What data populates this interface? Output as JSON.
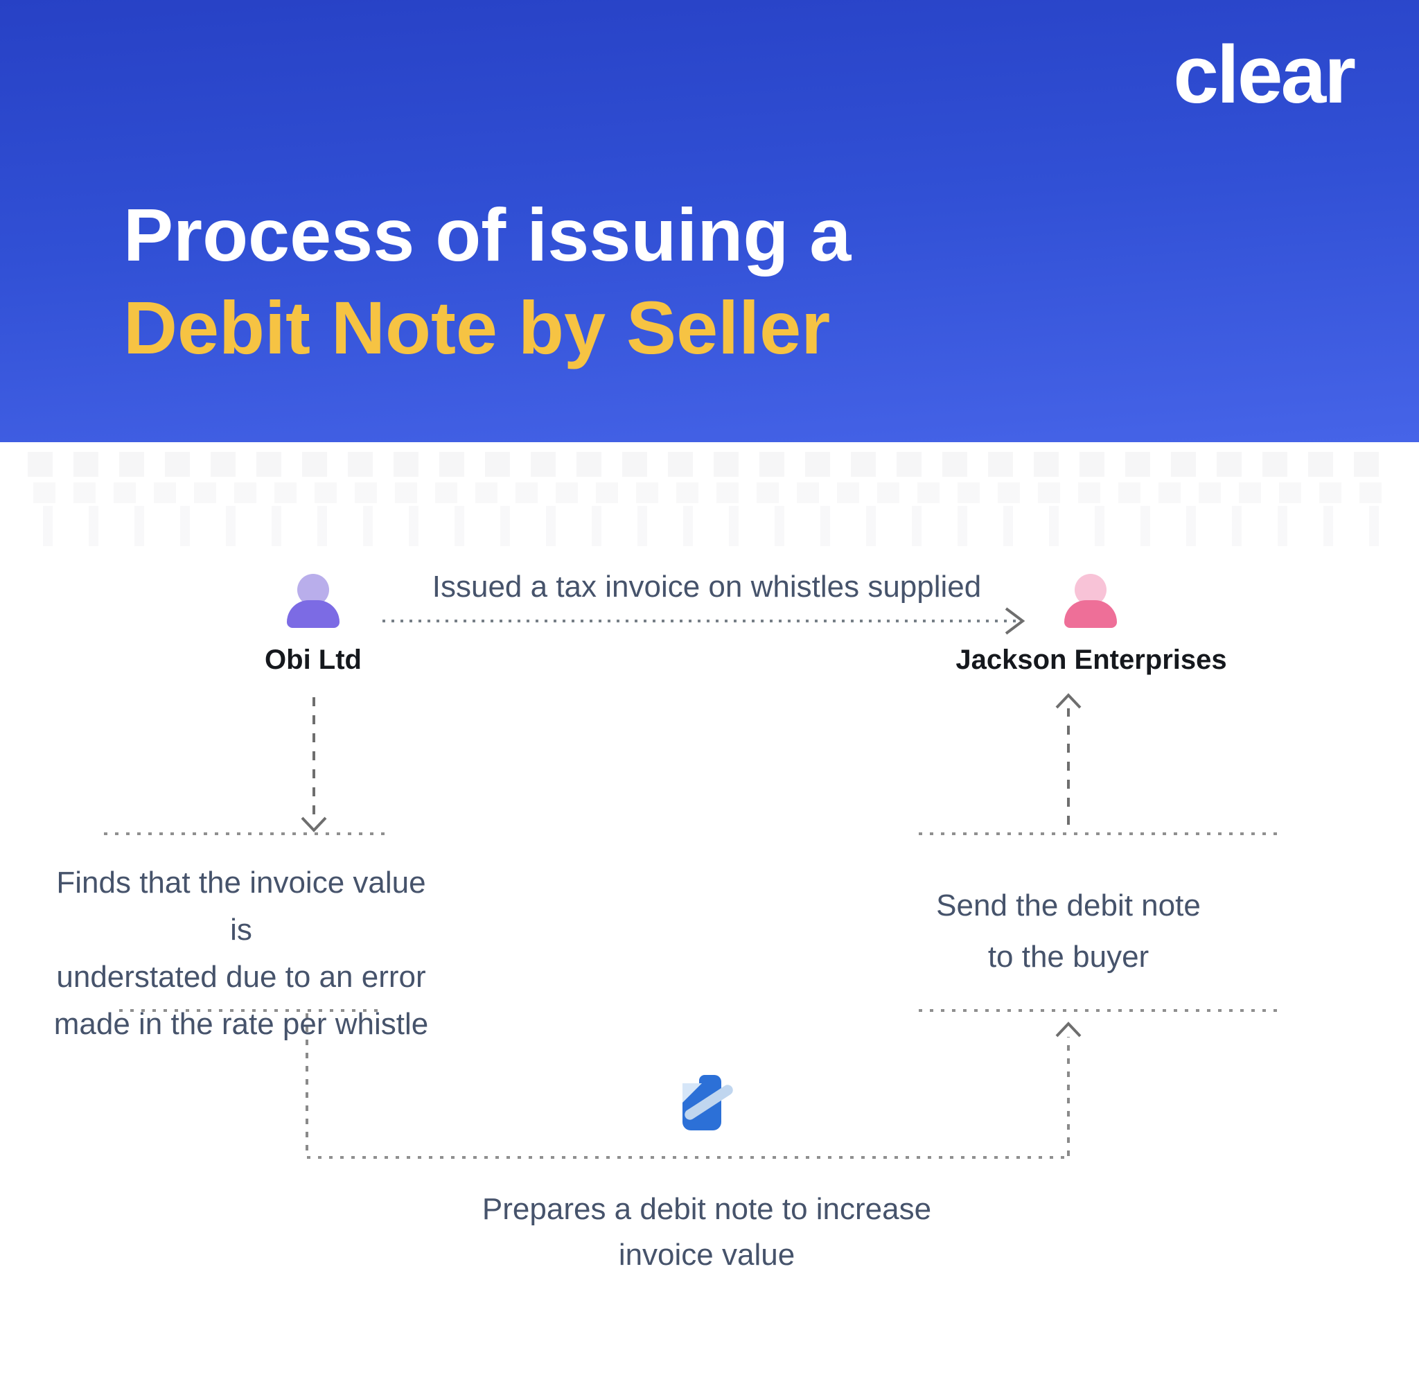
{
  "brand": {
    "logo": "clear"
  },
  "header": {
    "title_line1": "Process of issuing a",
    "title_line2": "Debit Note by Seller"
  },
  "flow": {
    "seller": {
      "name": "Obi Ltd",
      "icon": "person-icon"
    },
    "buyer": {
      "name": "Jackson Enterprises",
      "icon": "person-icon"
    },
    "invoice_step": {
      "label": "Issued a tax invoice on whistles supplied"
    },
    "find_error_step": {
      "lines": [
        "Finds that the invoice value is",
        "understated due to an error",
        "made in the rate per whistle"
      ]
    },
    "prepare_note_step": {
      "icon": "debit-note-pen-icon",
      "lines": [
        "Prepares a debit note to increase",
        "invoice value"
      ]
    },
    "send_note_step": {
      "lines": [
        "Send the debit note",
        "to the buyer"
      ]
    }
  },
  "palette": {
    "header_blue_top": "#2741c5",
    "header_blue_bottom": "#4664e8",
    "title_white": "#ffffff",
    "title_yellow": "#f6c343",
    "step_text_gray": "#46536b",
    "entity_label_black": "#15181d",
    "connector_gray": "#8f8f8f",
    "seller_icon_head": "#b9aeeb",
    "seller_icon_body": "#7c6be4",
    "buyer_icon_head": "#f8c3d7",
    "buyer_icon_body": "#ee6f98",
    "note_icon_blue": "#2c70d7",
    "note_icon_light_blue": "#c0d6ef"
  }
}
